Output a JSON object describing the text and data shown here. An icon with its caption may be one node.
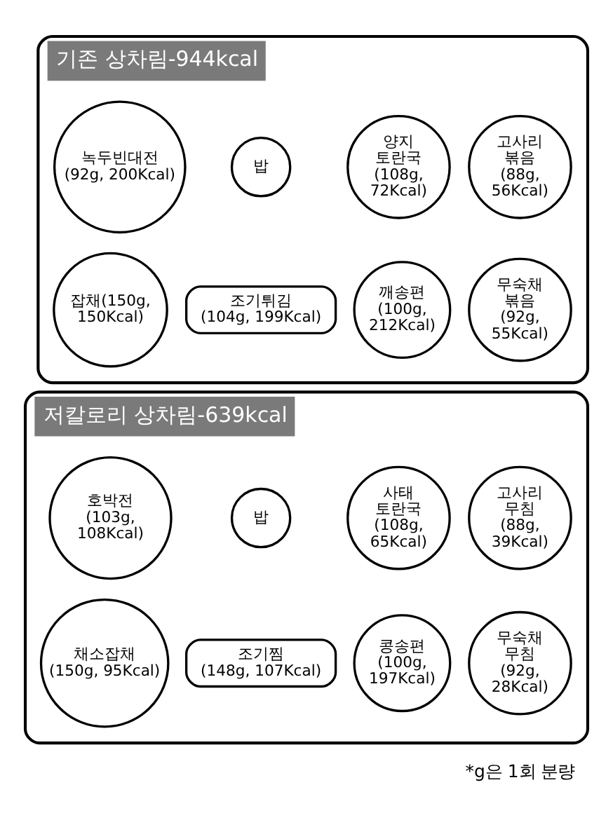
{
  "diagram": {
    "nodes": [
      {
        "text": [
          "기존 상차림-944kcal"
        ]
      },
      {
        "text": [
          "녹두빈대전",
          "(92g, 200Kcal)"
        ],
        "in": 0
      },
      {
        "text": [
          "밥"
        ],
        "in": 0
      },
      {
        "text": [
          "양지 토란국",
          "(108g, 72Kcal)"
        ],
        "in": 0
      },
      {
        "text": [
          "고사리 볶음",
          "(88g, 56Kcal)"
        ],
        "in": 0
      },
      {
        "text": [
          "조기튀김",
          "(104g, 199Kcal)"
        ],
        "in": 0
      },
      {
        "text": [
          "잡채(150g, 150Kcal)"
        ],
        "in": 0
      },
      {
        "text": [
          "깨송편",
          "(100g, 212Kcal)"
        ],
        "in": 0
      },
      {
        "text": [
          "무숙채 볶음",
          "(92g, 55Kcal)"
        ],
        "in": 0
      },
      {
        "text": [
          "저칼로리 상차림-639kcal"
        ]
      },
      {
        "text": [
          "호박전",
          "(103g, 108Kcal)"
        ],
        "in": 9
      },
      {
        "text": [
          "밥"
        ],
        "in": 9
      },
      {
        "text": [
          "사태 토란국",
          "(108g, 65Kcal)"
        ],
        "in": 9
      },
      {
        "text": [
          "고사리 무침",
          "(88g, 39Kcal)"
        ],
        "in": 9
      },
      {
        "text": [
          "조기찜",
          "(148g, 107Kcal)"
        ],
        "in": 9
      },
      {
        "text": [
          "채소잡채",
          "(150g, 95Kcal)"
        ],
        "in": 9
      },
      {
        "text": [
          "콩송편",
          "(100g, 197Kcal)"
        ],
        "in": 9
      },
      {
        "text": [
          "무숙채 무침",
          "(92g, 28Kcal)"
        ],
        "in": 9
      }
    ],
    "labels": [
      "*g은 1회 분량"
    ]
  }
}
